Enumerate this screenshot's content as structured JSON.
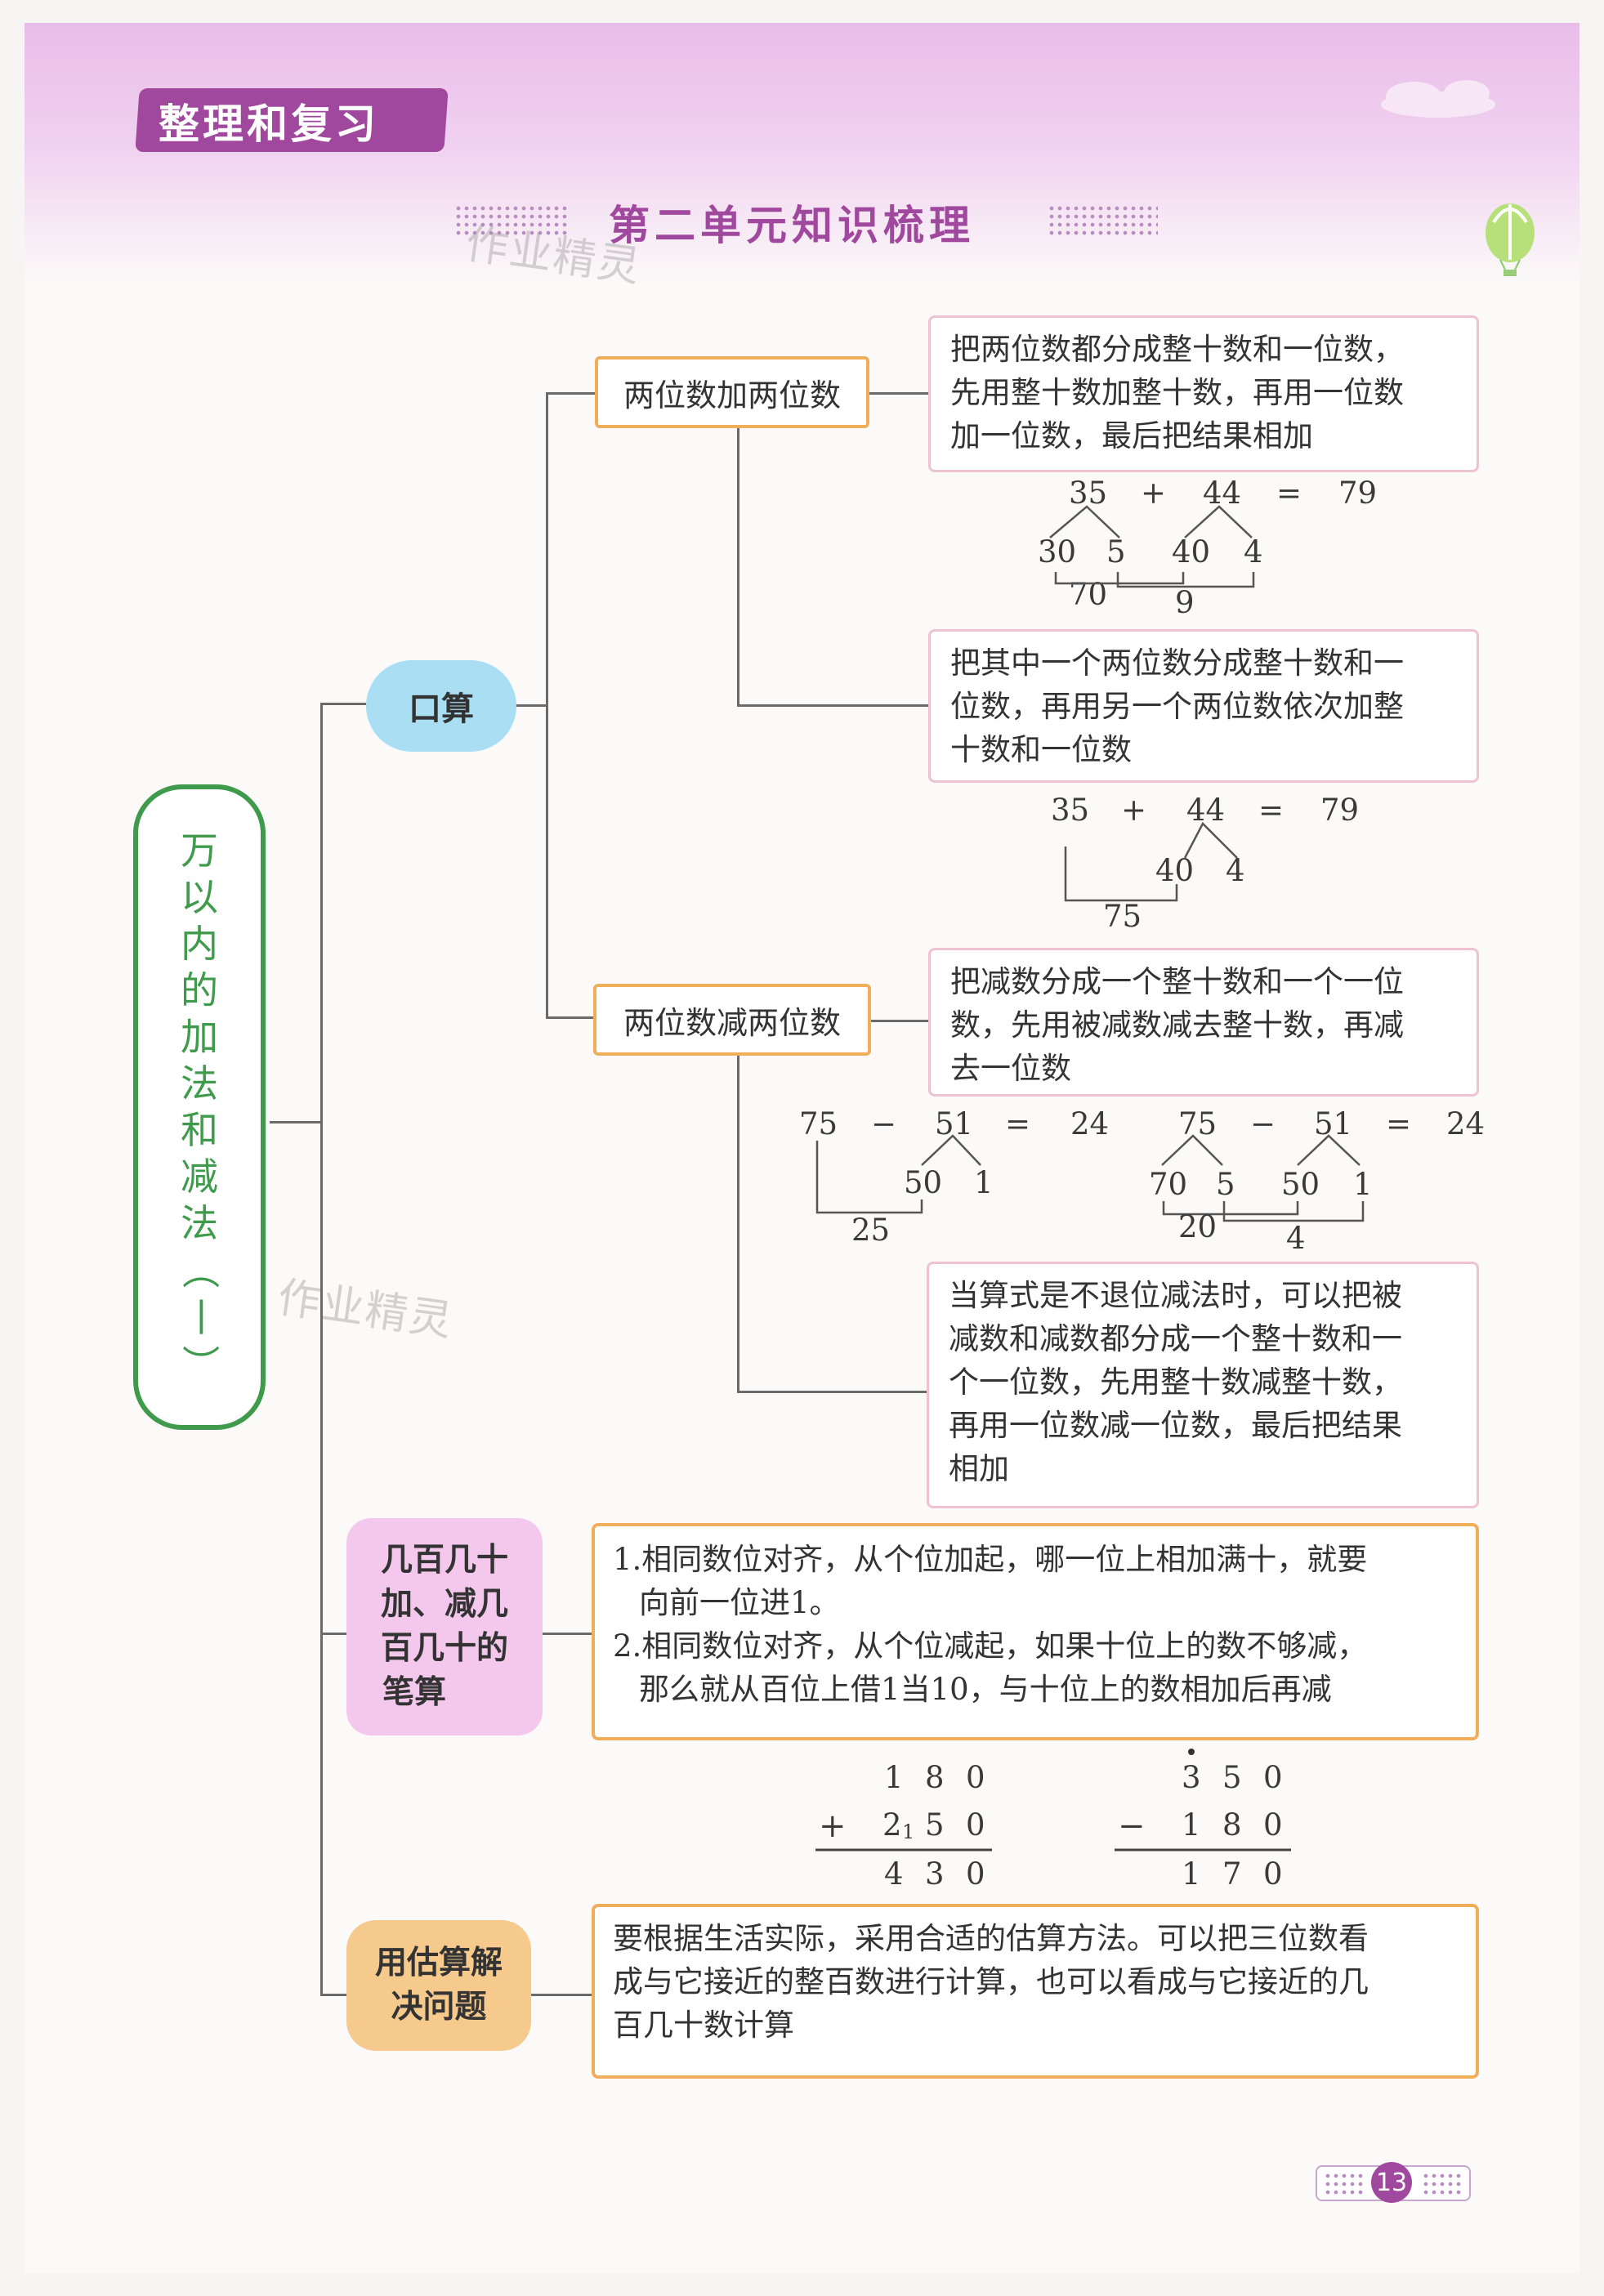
{
  "header": {
    "section_label": "整理和复习",
    "title": "第二单元知识梳理",
    "watermark": "作业精灵",
    "page_number": "13"
  },
  "root": {
    "label_chars": [
      "万",
      "以",
      "内",
      "的",
      "加",
      "法",
      "和",
      "减",
      "法",
      "（",
      "一",
      "）"
    ]
  },
  "branches": {
    "mental": "口算",
    "add_two_digit": "两位数加两位数",
    "sub_two_digit": "两位数减两位数",
    "written": [
      "几百几十",
      "加、减几",
      "百几十的",
      "笔算"
    ],
    "estimate": [
      "用估算解",
      "决问题"
    ]
  },
  "boxes": {
    "add_method1": [
      "把两位数都分成整十数和一位数，",
      "先用整十数加整十数，再用一位数",
      "加一位数，最后把结果相加"
    ],
    "add_method2": [
      "把其中一个两位数分成整十数和一",
      "位数，再用另一个两位数依次加整",
      "十数和一位数"
    ],
    "sub_method1": [
      "把减数分成一个整十数和一个一位",
      "数，先用被减数减去整十数，再减",
      "去一位数"
    ],
    "sub_method2": [
      "当算式是不退位减法时，可以把被",
      "减数和减数都分成一个整十数和一",
      "个一位数，先用整十数减整十数，",
      "再用一位数减一位数，最后把结果",
      "相加"
    ],
    "written_rules": [
      "1.相同数位对齐，从个位加起，哪一位上相加满十，就要",
      "向前一位进1。",
      "2.相同数位对齐，从个位减起，如果十位上的数不够减，",
      "那么就从百位上借1当10，与十位上的数相加后再减"
    ],
    "estimate_text": [
      "要根据生活实际，采用合适的估算方法。可以把三位数看",
      "成与它接近的整百数进行计算，也可以看成与它接近的几",
      "百几十数计算"
    ]
  },
  "examples": {
    "add1": {
      "a": "35",
      "op": "+",
      "b": "44",
      "eq": "=",
      "r": "79",
      "a1": "30",
      "a2": "5",
      "b1": "40",
      "b2": "4",
      "s1": "70",
      "s2": "9"
    },
    "add2": {
      "a": "35",
      "op": "+",
      "b": "44",
      "eq": "=",
      "r": "79",
      "b1": "40",
      "b2": "4",
      "s1": "75"
    },
    "sub1": {
      "a": "75",
      "op": "−",
      "b": "51",
      "eq": "=",
      "r": "24",
      "b1": "50",
      "b2": "1",
      "s1": "25"
    },
    "sub2": {
      "a": "75",
      "op": "−",
      "b": "51",
      "eq": "=",
      "r": "24",
      "a1": "70",
      "a2": "5",
      "b1": "50",
      "b2": "1",
      "s1": "20",
      "s2": "4"
    },
    "vert_add": {
      "row1": [
        "1",
        "8",
        "0"
      ],
      "op": "+",
      "row2": [
        "2",
        "5",
        "0"
      ],
      "carry": "1",
      "result": [
        "4",
        "3",
        "0"
      ]
    },
    "vert_sub": {
      "row1": [
        "3",
        "5",
        "0"
      ],
      "op": "−",
      "row2": [
        "1",
        "8",
        "0"
      ],
      "result": [
        "1",
        "7",
        "0"
      ]
    }
  },
  "colors": {
    "purple": "#a0489d",
    "green": "#3f9a4b",
    "pink_border": "#efc2cf",
    "orange_border": "#f1ae5a",
    "blue_fill": "#a9def3",
    "pink_fill": "#f3c8ec",
    "orange_fill": "#f6c98d"
  }
}
